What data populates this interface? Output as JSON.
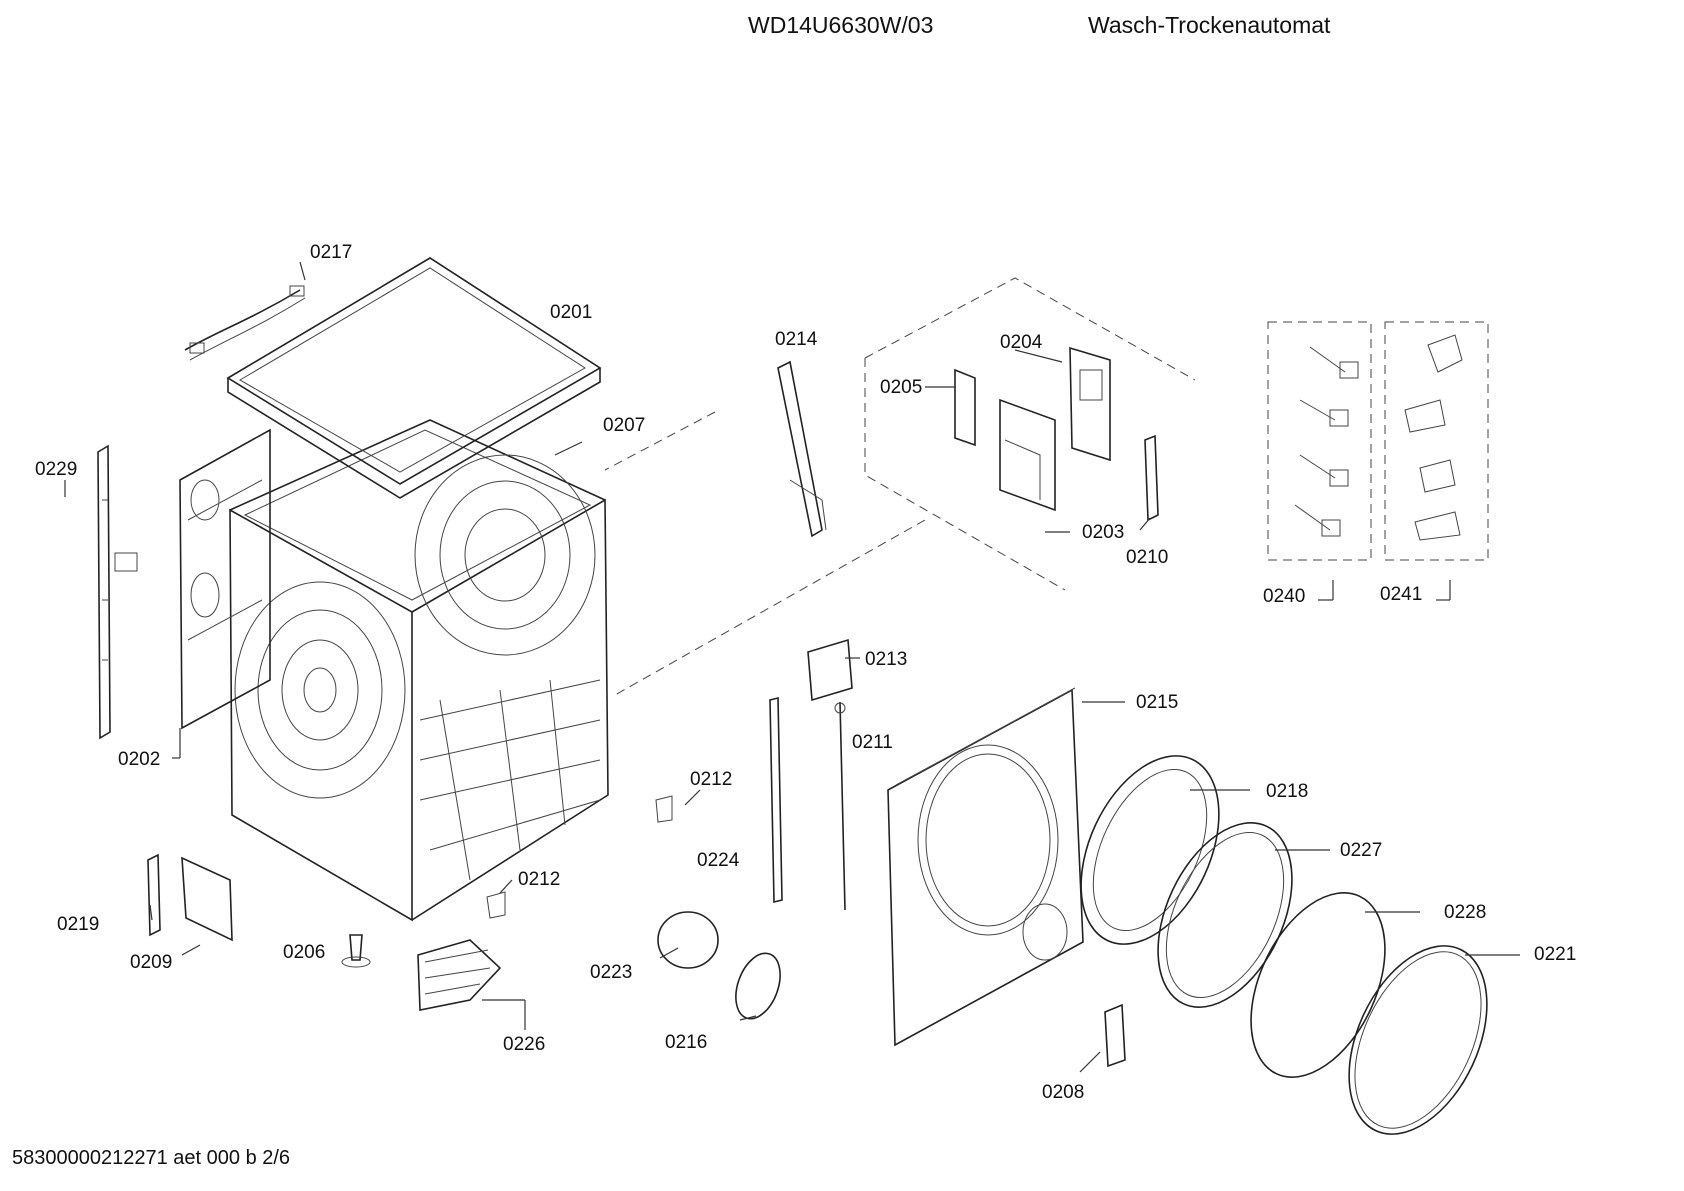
{
  "header": {
    "model": "WD14U6630W/03",
    "title": "Wasch-Trockenautomat"
  },
  "footer": {
    "doc_id": "58300000212271 aet 000 b 2/6"
  },
  "parts": [
    {
      "id": "p0201",
      "label": "0201"
    },
    {
      "id": "p0202",
      "label": "0202"
    },
    {
      "id": "p0203",
      "label": "0203"
    },
    {
      "id": "p0204",
      "label": "0204"
    },
    {
      "id": "p0205",
      "label": "0205"
    },
    {
      "id": "p0206",
      "label": "0206"
    },
    {
      "id": "p0207",
      "label": "0207"
    },
    {
      "id": "p0208",
      "label": "0208"
    },
    {
      "id": "p0209",
      "label": "0209"
    },
    {
      "id": "p0210",
      "label": "0210"
    },
    {
      "id": "p0211",
      "label": "0211"
    },
    {
      "id": "p0212a",
      "label": "0212"
    },
    {
      "id": "p0212b",
      "label": "0212"
    },
    {
      "id": "p0213",
      "label": "0213"
    },
    {
      "id": "p0214",
      "label": "0214"
    },
    {
      "id": "p0215",
      "label": "0215"
    },
    {
      "id": "p0216",
      "label": "0216"
    },
    {
      "id": "p0217",
      "label": "0217"
    },
    {
      "id": "p0218",
      "label": "0218"
    },
    {
      "id": "p0219",
      "label": "0219"
    },
    {
      "id": "p0221",
      "label": "0221"
    },
    {
      "id": "p0223",
      "label": "0223"
    },
    {
      "id": "p0224",
      "label": "0224"
    },
    {
      "id": "p0226",
      "label": "0226"
    },
    {
      "id": "p0227",
      "label": "0227"
    },
    {
      "id": "p0228",
      "label": "0228"
    },
    {
      "id": "p0229",
      "label": "0229"
    },
    {
      "id": "p0240",
      "label": "0240"
    },
    {
      "id": "p0241",
      "label": "0241"
    }
  ]
}
